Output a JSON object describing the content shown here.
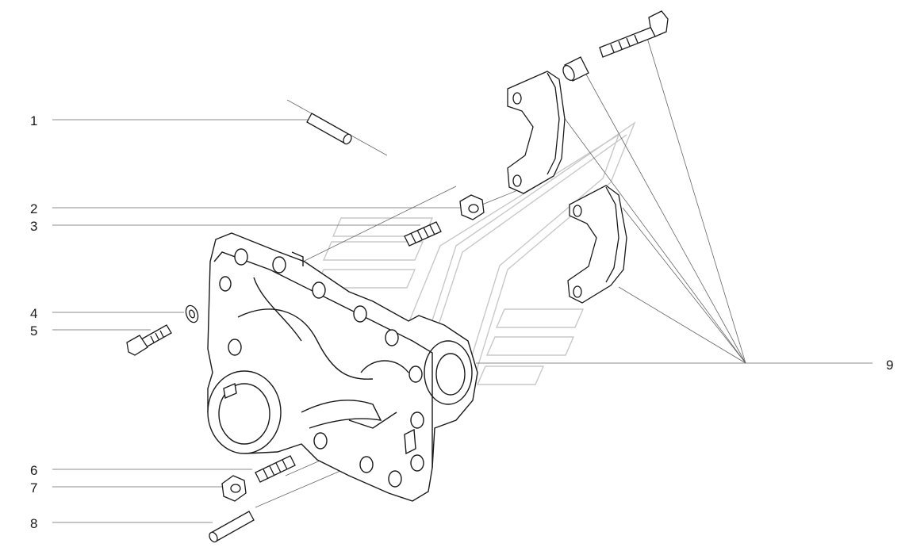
{
  "callouts": [
    {
      "id": "1",
      "text": "1"
    },
    {
      "id": "2",
      "text": "2"
    },
    {
      "id": "3",
      "text": "3"
    },
    {
      "id": "4",
      "text": "4"
    },
    {
      "id": "5",
      "text": "5"
    },
    {
      "id": "6",
      "text": "6"
    },
    {
      "id": "7",
      "text": "7"
    },
    {
      "id": "8",
      "text": "8"
    },
    {
      "id": "9",
      "text": "9"
    }
  ],
  "colors": {
    "line": "#1a1a1a",
    "leader": "#555555",
    "watermark": "#cfcfcf"
  },
  "watermark": "brand-logo-watermark"
}
